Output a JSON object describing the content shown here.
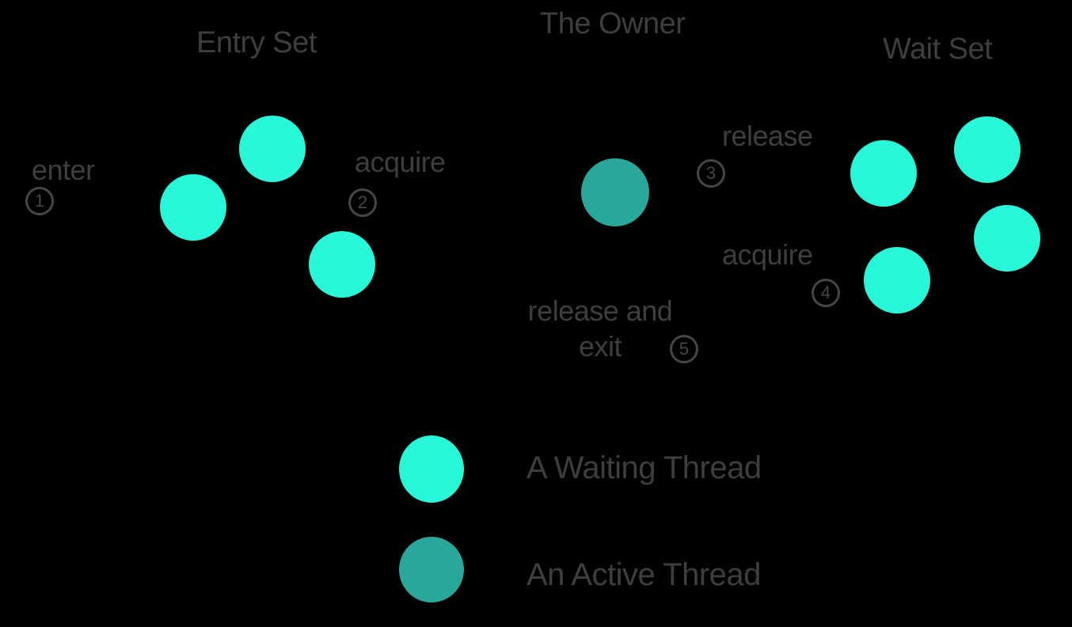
{
  "diagram": {
    "description": "Java monitor / thread synchronization diagram on black background",
    "background": "#000000"
  },
  "colors": {
    "waiting_thread": "#29F7DA",
    "active_thread": "#2AA79B",
    "text": "#3E3E3E",
    "badge": "#464646"
  },
  "sections": {
    "entry_set": {
      "title": "Entry Set",
      "waiting_thread_count": 3
    },
    "owner": {
      "title": "The Owner",
      "active_thread_count": 1
    },
    "wait_set": {
      "title": "Wait Set",
      "waiting_thread_count": 4
    }
  },
  "steps": [
    {
      "number": "1",
      "label": "enter"
    },
    {
      "number": "2",
      "label": "acquire"
    },
    {
      "number": "3",
      "label": "release"
    },
    {
      "number": "4",
      "label": "acquire"
    },
    {
      "number": "5",
      "label_line1": "release and",
      "label_line2": "exit"
    }
  ],
  "legend": [
    {
      "swatch": "waiting",
      "label": "A Waiting Thread"
    },
    {
      "swatch": "active",
      "label": "An Active Thread"
    }
  ]
}
